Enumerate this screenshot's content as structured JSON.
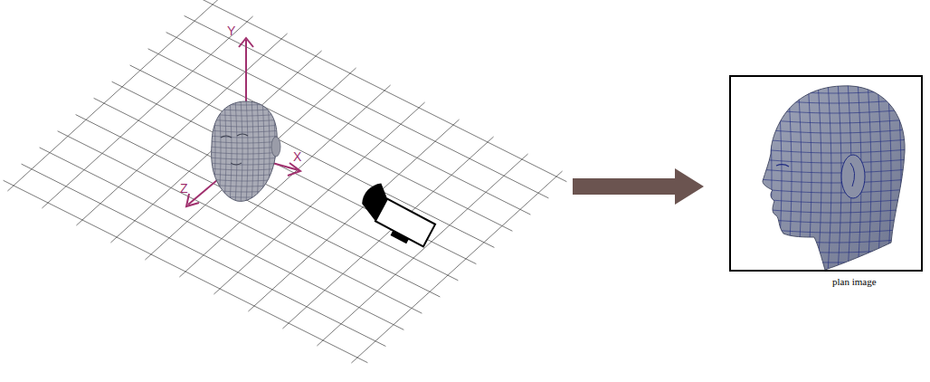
{
  "diagram": {
    "nodes": [
      {
        "text": [
          "plan image"
        ]
      }
    ],
    "labels": [
      "Y",
      "X",
      "Z"
    ]
  }
}
